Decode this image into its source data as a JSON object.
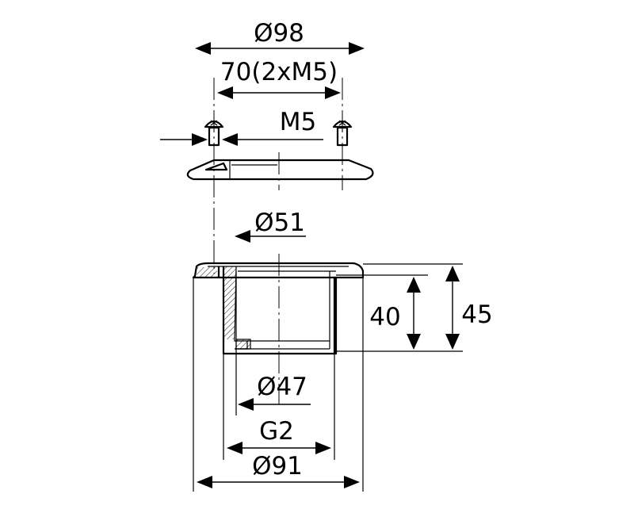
{
  "dimensions": {
    "d98": "Ø98",
    "bolt_circle": "70(2xM5)",
    "m5": "M5",
    "d51": "Ø51",
    "h40": "40",
    "h45": "45",
    "d47": "Ø47",
    "g2": "G2",
    "d91": "Ø91"
  }
}
